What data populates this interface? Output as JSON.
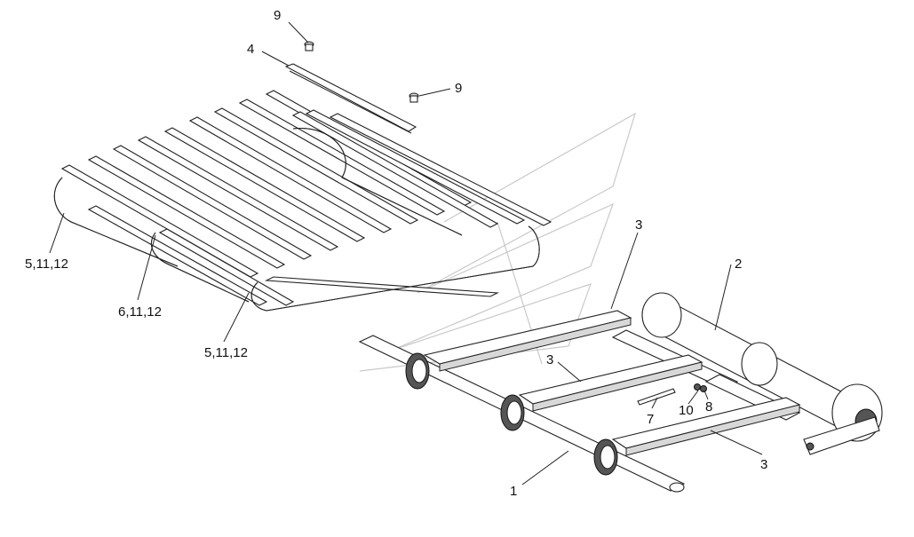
{
  "callouts": {
    "c1": "1",
    "c2": "2",
    "c3a": "3",
    "c3b": "3",
    "c3c": "3",
    "c4": "4",
    "c5a": "5,11,12",
    "c5b": "5,11,12",
    "c6": "6,11,12",
    "c7": "7",
    "c8": "8",
    "c9a": "9",
    "c9b": "9",
    "c10": "10"
  }
}
